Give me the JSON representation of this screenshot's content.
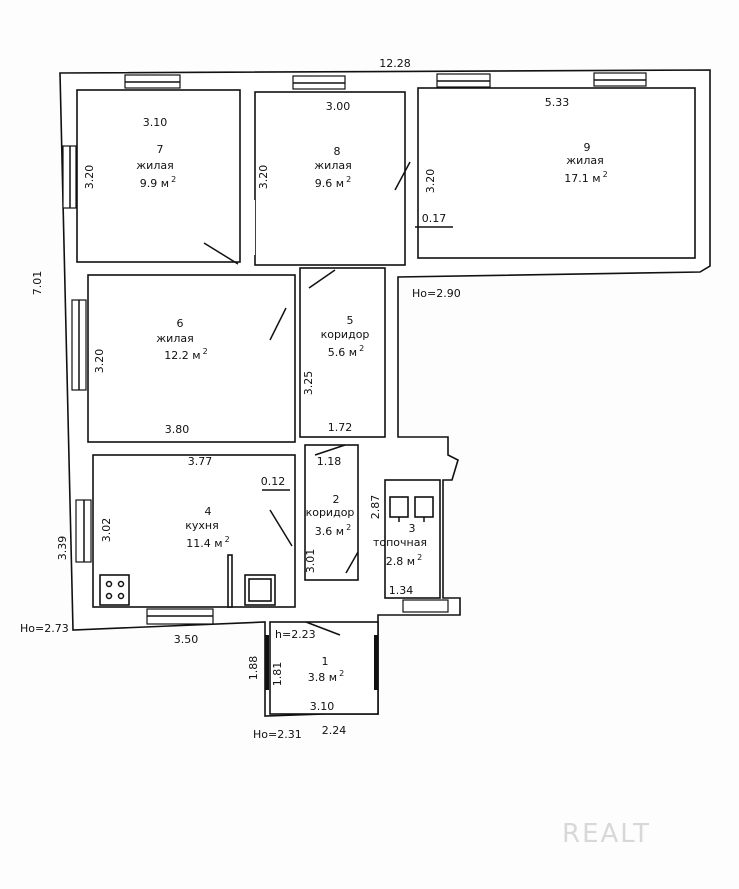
{
  "rooms": [
    {
      "number": "1",
      "name": "",
      "area": "3.8 м",
      "sup": "2"
    },
    {
      "number": "2",
      "name": "коридор",
      "area": "3.6 м",
      "sup": "2"
    },
    {
      "number": "3",
      "name": "топочная",
      "area": "2.8 м",
      "sup": "2"
    },
    {
      "number": "4",
      "name": "кухня",
      "area": "11.4 м",
      "sup": "2"
    },
    {
      "number": "5",
      "name": "коридор",
      "area": "5.6 м",
      "sup": "2"
    },
    {
      "number": "6",
      "name": "жилая",
      "area": "12.2 м",
      "sup": "2"
    },
    {
      "number": "7",
      "name": "жилая",
      "area": "9.9 м",
      "sup": "2"
    },
    {
      "number": "8",
      "name": "жилая",
      "area": "9.6 м",
      "sup": "2"
    },
    {
      "number": "9",
      "name": "жилая",
      "area": "17.1 м",
      "sup": "2"
    }
  ],
  "dimensions": {
    "total_width": "12.28",
    "total_depth": "7.01",
    "r7_width": "3.10",
    "r7_depth": "3.20",
    "r8_width": "3.00",
    "r8_depth": "3.20",
    "r9_width": "5.33",
    "r9_depth": "3.20",
    "r9_wall": "0.17",
    "r6_width": "3.80",
    "r6_depth": "3.20",
    "r6_side": "3.25",
    "c5_width": "1.72",
    "c2_width": "1.18",
    "r4_width": "3.77",
    "r4_depth": "3.02",
    "r4_wall": "0.12",
    "r4_side": "3.01",
    "r4_outer_depth": "3.39",
    "r4_bottom": "3.50",
    "r3_depth": "2.87",
    "r3_width": "1.34",
    "r1_side_outer": "1.88",
    "r1_side_inner": "1.81",
    "r1_width": "3.10",
    "r1_outer_width": "2.24"
  },
  "heights": {
    "main": "Но=2.90",
    "kitchen": "Но=2.73",
    "porch": "Но=2.31",
    "door": "h=2.23"
  },
  "watermark": "REALT"
}
